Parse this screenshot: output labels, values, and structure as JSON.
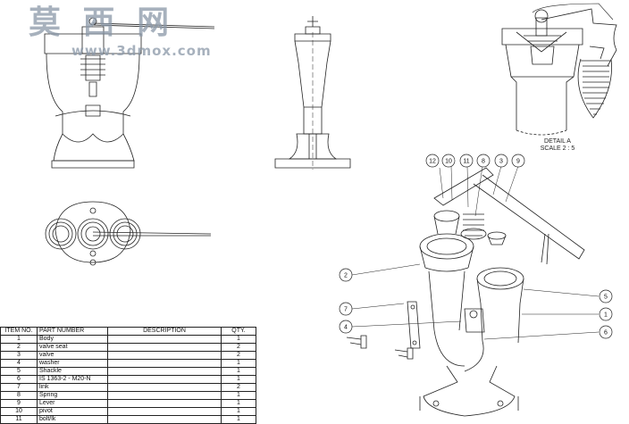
{
  "watermark": {
    "chars": "莫 西 网",
    "url": "www.3dmox.com"
  },
  "detail": {
    "title": "DETAIL A",
    "scale": "SCALE 2 : 5"
  },
  "bom": {
    "headers": [
      "ITEM NO.",
      "PART NUMBER",
      "DESCRIPTION",
      "QTY."
    ],
    "rows": [
      {
        "no": "1",
        "part": "Body",
        "desc": "",
        "qty": "1"
      },
      {
        "no": "2",
        "part": "valve seat",
        "desc": "",
        "qty": "2"
      },
      {
        "no": "3",
        "part": "valve",
        "desc": "",
        "qty": "2"
      },
      {
        "no": "4",
        "part": "washer",
        "desc": "",
        "qty": "1"
      },
      {
        "no": "5",
        "part": "Shackle",
        "desc": "",
        "qty": "1"
      },
      {
        "no": "6",
        "part": "IS 1363-2 - M20-N",
        "desc": "",
        "qty": "1"
      },
      {
        "no": "7",
        "part": "link",
        "desc": "",
        "qty": "2"
      },
      {
        "no": "8",
        "part": "Spring",
        "desc": "",
        "qty": "1"
      },
      {
        "no": "9",
        "part": "Lever",
        "desc": "",
        "qty": "1"
      },
      {
        "no": "10",
        "part": "pivot",
        "desc": "",
        "qty": "1"
      },
      {
        "no": "11",
        "part": "bolt/lk",
        "desc": "",
        "qty": "1"
      }
    ]
  },
  "balloons": [
    {
      "id": "12",
      "label": "12"
    },
    {
      "id": "10",
      "label": "10"
    },
    {
      "id": "11",
      "label": "11"
    },
    {
      "id": "8",
      "label": "8"
    },
    {
      "id": "3",
      "label": "3"
    },
    {
      "id": "9",
      "label": "9"
    },
    {
      "id": "2",
      "label": "2"
    },
    {
      "id": "5",
      "label": "5"
    },
    {
      "id": "7",
      "label": "7"
    },
    {
      "id": "1",
      "label": "1"
    },
    {
      "id": "4",
      "label": "4"
    },
    {
      "id": "6",
      "label": "6"
    }
  ]
}
